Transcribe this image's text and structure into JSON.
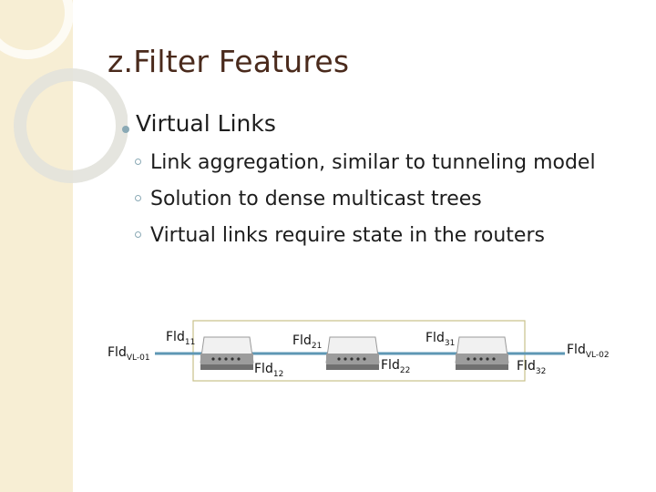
{
  "slide": {
    "title": "z.Filter Features",
    "bullet": "Virtual Links",
    "subbullets": [
      "Link aggregation, similar to tunneling model",
      "Solution to dense multicast trees",
      "Virtual links require state in the routers"
    ]
  },
  "diagram": {
    "labels": [
      {
        "id": "fld-vl-01",
        "base": "Fld",
        "sub": "VL-01"
      },
      {
        "id": "fld-11",
        "base": "Fld",
        "sub": "11"
      },
      {
        "id": "fld-12",
        "base": "Fld",
        "sub": "12"
      },
      {
        "id": "fld-21",
        "base": "Fld",
        "sub": "21"
      },
      {
        "id": "fld-22",
        "base": "Fld",
        "sub": "22"
      },
      {
        "id": "fld-31",
        "base": "Fld",
        "sub": "31"
      },
      {
        "id": "fld-32",
        "base": "Fld",
        "sub": "32"
      },
      {
        "id": "fld-vl-02",
        "base": "Fld",
        "sub": "VL-02"
      }
    ],
    "colors": {
      "link": "#5e97b4",
      "box_border": "#c9c08a",
      "router": "#8a8a8a"
    },
    "icons": [
      "router-icon",
      "router-icon",
      "router-icon"
    ]
  }
}
